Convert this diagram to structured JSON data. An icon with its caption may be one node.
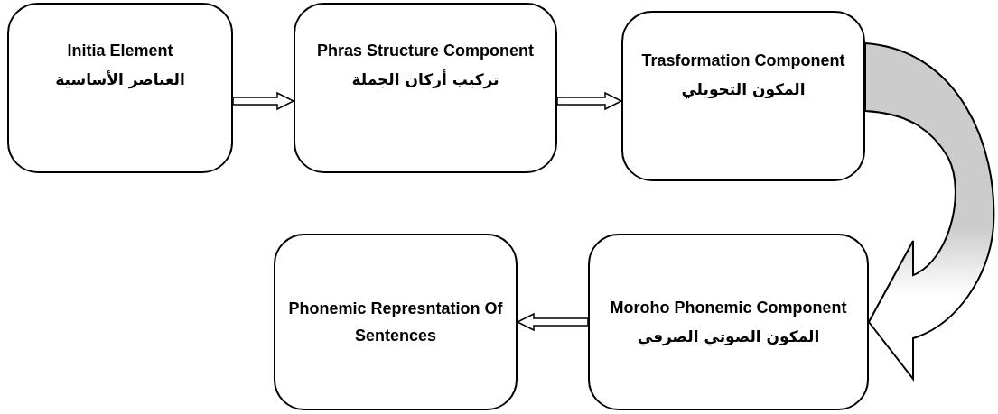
{
  "diagram": {
    "nodes": [
      {
        "text": [
          "Initia Element",
          "العناصر الأساسية"
        ]
      },
      {
        "text": [
          "Phras Structure Component",
          "تركيب أركان الجملة"
        ]
      },
      {
        "text": [
          "Trasformation Component",
          "المكون التحويلي"
        ]
      },
      {
        "text": [
          "Moroho Phonemic Component",
          "المكون الصوتي الصرفي"
        ]
      },
      {
        "text": [
          "Phonemic Represntation Of Sentences"
        ]
      }
    ],
    "edges": [
      {
        "from": 0,
        "to": 1,
        "arrow": "to"
      },
      {
        "from": 1,
        "to": 2,
        "arrow": "to"
      },
      {
        "from": 2,
        "to": 3,
        "arrow": "to",
        "style": "thick"
      },
      {
        "from": 3,
        "to": 4,
        "arrow": "to"
      }
    ]
  }
}
